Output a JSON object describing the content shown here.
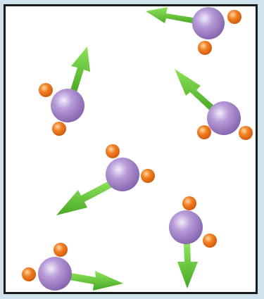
{
  "diagram": {
    "colors": {
      "background": "#cfe3ee",
      "panel": "#ffffff",
      "border": "#1a1a1a",
      "central_atom": "#9b7cc4",
      "central_atom_highlight": "#efe6fb",
      "side_atom": "#f07a1e",
      "side_atom_highlight": "#ffd7a6",
      "arrow": "#6bd13a",
      "arrow_dark": "#3f9c1f"
    },
    "icons": [
      "molecule-icon",
      "velocity-arrow-icon"
    ],
    "molecules": [
      {
        "name": "molecule-top-right"
      },
      {
        "name": "molecule-upper-left"
      },
      {
        "name": "molecule-middle-right"
      },
      {
        "name": "molecule-center"
      },
      {
        "name": "molecule-lower-right"
      },
      {
        "name": "molecule-bottom-left"
      }
    ]
  }
}
